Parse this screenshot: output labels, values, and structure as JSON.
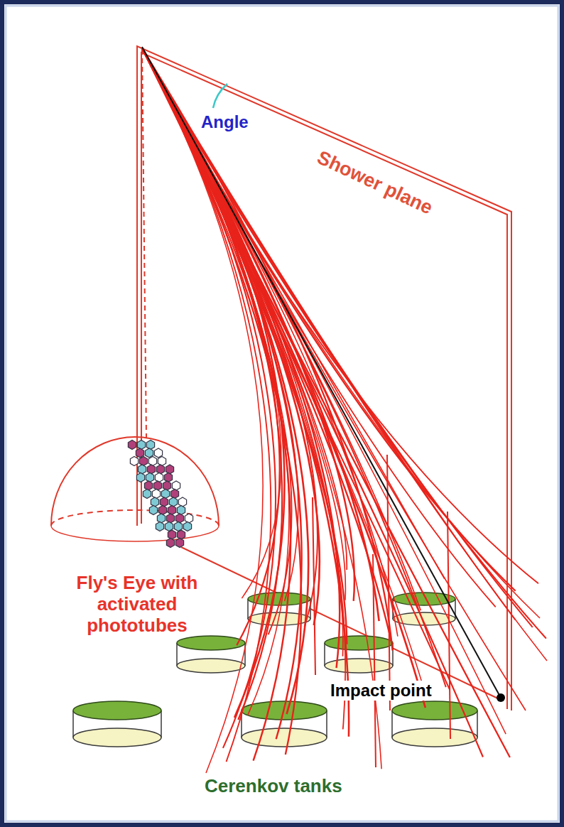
{
  "diagram": {
    "labels": [
      "Angle",
      "Shower plane",
      "Fly's Eye with activated phototubes",
      "Impact point",
      "Cerenkov tanks"
    ]
  }
}
